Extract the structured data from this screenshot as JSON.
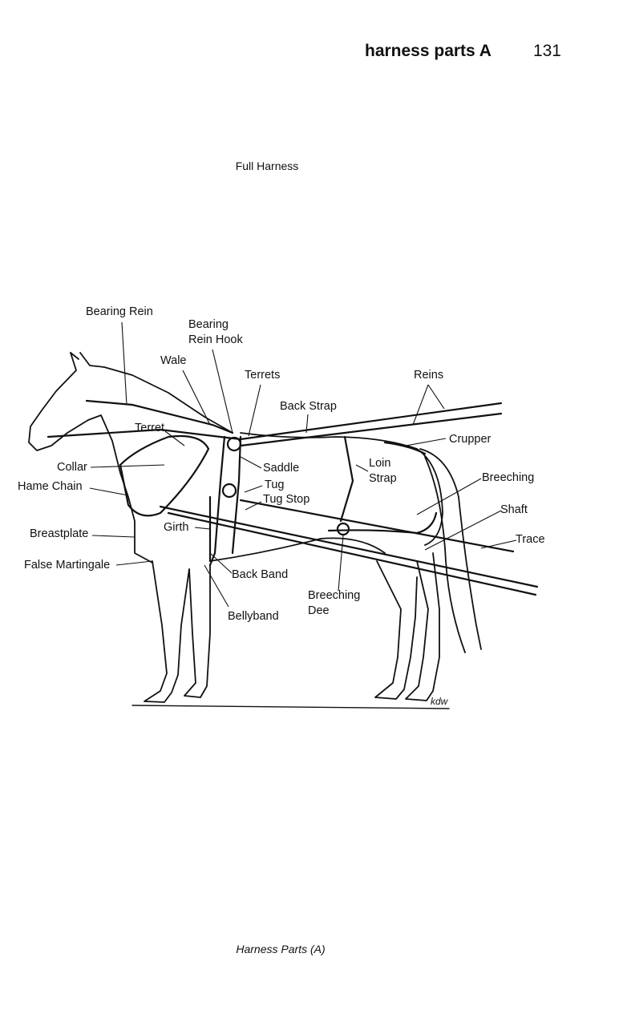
{
  "header": {
    "running_head": "harness parts A",
    "page_number": "131"
  },
  "figure": {
    "title": "Full Harness",
    "caption": "Harness Parts (A)",
    "artist_mark": "kdw",
    "labels": {
      "bearing_rein": "Bearing Rein",
      "bearing_rein_hook": "Bearing\nRein Hook",
      "wale": "Wale",
      "terrets": "Terrets",
      "reins": "Reins",
      "back_strap": "Back Strap",
      "terret": "Terret",
      "crupper": "Crupper",
      "collar": "Collar",
      "saddle": "Saddle",
      "loin_strap": "Loin\nStrap",
      "hame_chain": "Hame Chain",
      "tug": "Tug",
      "tug_stop": "Tug Stop",
      "breeching": "Breeching",
      "shaft": "Shaft",
      "girth": "Girth",
      "breastplate": "Breastplate",
      "trace": "Trace",
      "false_martingale": "False Martingale",
      "back_band": "Back Band",
      "breeching_dee": "Breeching\nDee",
      "bellyband": "Bellyband"
    }
  }
}
